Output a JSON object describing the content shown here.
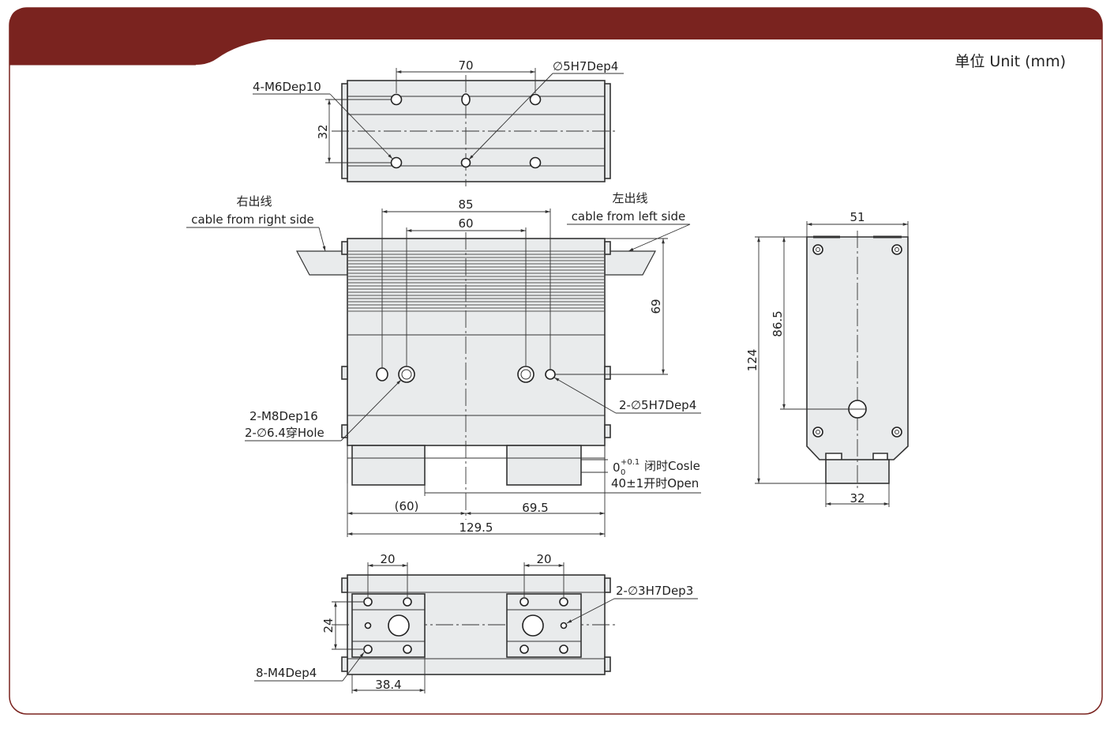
{
  "header": {
    "color": "#7a231f"
  },
  "unit_label": "单位 Unit (mm)",
  "top_view": {
    "d_70": "70",
    "d_32": "32",
    "callout_m6": "4-M6Dep10",
    "callout_5h7": "∅5H7Dep4"
  },
  "front_view": {
    "d_85": "85",
    "d_60": "60",
    "d_69": "69",
    "d_paren60": "(60)",
    "d_69_5": "69.5",
    "d_129_5": "129.5",
    "right_cable_cn": "右出线",
    "right_cable_en": "cable from right side",
    "left_cable_cn": "左出线",
    "left_cable_en": "cable from left side",
    "callout_m8": "2-M8Dep16",
    "callout_hole": "2-∅6.4穿Hole",
    "callout_5h7": "2-∅5H7Dep4",
    "stroke_close": "0+0.1 闭时Cosle",
    "stroke_close_base": "0",
    "stroke_close_sup": "+0.1",
    "stroke_close_sub": "0",
    "stroke_close_text": "闭时Cosle",
    "stroke_open": "40±1开时Open"
  },
  "side_view": {
    "d_51": "51",
    "d_86_5": "86.5",
    "d_124": "124",
    "d_32": "32"
  },
  "bottom_view": {
    "d_20a": "20",
    "d_20b": "20",
    "d_24": "24",
    "d_38_4": "38.4",
    "callout_m4": "8-M4Dep4",
    "callout_3h7": "2-∅3H7Dep3"
  }
}
